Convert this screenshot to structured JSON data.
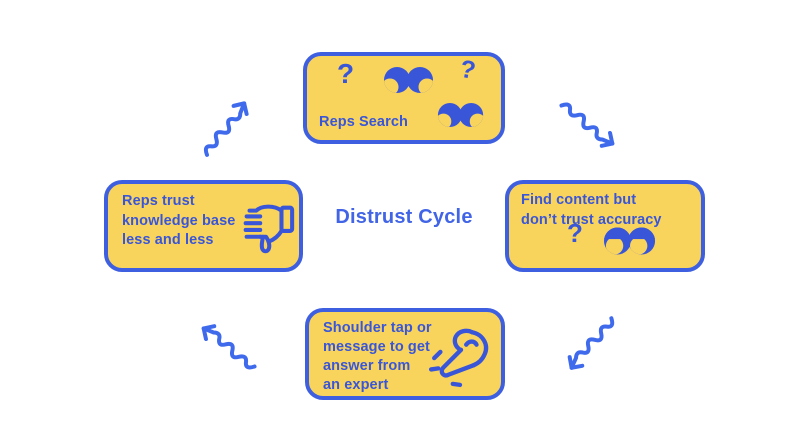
{
  "title": "Distrust Cycle",
  "boxes": {
    "top": {
      "label": "Reps Search",
      "question_left": "?",
      "question_right": "?",
      "icons": [
        "question-mark",
        "googly-eyes",
        "question-mark",
        "googly-eyes"
      ]
    },
    "right": {
      "label": "Find content but\ndon’t trust accuracy",
      "question": "?",
      "icons": [
        "question-mark",
        "skeptical-eyes"
      ]
    },
    "bottom": {
      "label": "Shoulder tap or\nmessage to get\nanswer from\nan expert",
      "icons": [
        "tap-hand"
      ]
    },
    "left": {
      "label": "Reps trust\nknowledge base\nless and less",
      "icons": [
        "thumbs-down"
      ]
    }
  },
  "arrows": [
    {
      "name": "left-to-top",
      "direction": "up-right"
    },
    {
      "name": "top-to-right",
      "direction": "down-right"
    },
    {
      "name": "right-to-bottom",
      "direction": "down-left"
    },
    {
      "name": "bottom-to-left",
      "direction": "up-left"
    }
  ],
  "colors": {
    "background": "#FFFFFF",
    "box_fill": "#F9D45C",
    "box_border": "#3E60E0",
    "text_blue": "#3A56D8",
    "title_blue": "#4165E6",
    "arrow_blue": "#3F6AEC"
  }
}
